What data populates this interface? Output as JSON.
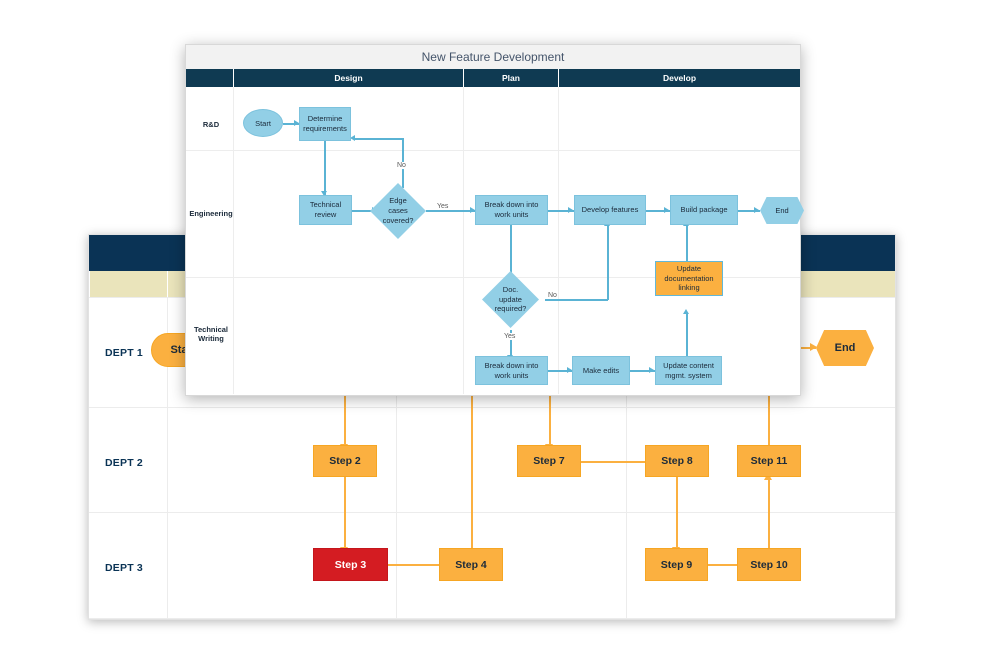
{
  "background_diagram": {
    "name": "department-swimlane-diagram",
    "header_color": "#0a3355",
    "subheader_color": "#eae4bb",
    "accent_color": "#fbb040",
    "alert_color": "#d41c22",
    "lanes": [
      {
        "label": "DEPT 1"
      },
      {
        "label": "DEPT 2"
      },
      {
        "label": "DEPT 3"
      }
    ],
    "nodes": [
      {
        "id": "start",
        "label": "Start",
        "shape": "rounded",
        "lane": 0
      },
      {
        "id": "end",
        "label": "End",
        "shape": "hexagon",
        "lane": 0
      },
      {
        "id": "s2",
        "label": "Step 2",
        "shape": "rect",
        "lane": 1,
        "state": "normal"
      },
      {
        "id": "s7",
        "label": "Step 7",
        "shape": "rect",
        "lane": 1,
        "state": "normal"
      },
      {
        "id": "s8",
        "label": "Step 8",
        "shape": "rect",
        "lane": 1,
        "state": "normal"
      },
      {
        "id": "s11",
        "label": "Step 11",
        "shape": "rect",
        "lane": 1,
        "state": "normal"
      },
      {
        "id": "s3",
        "label": "Step 3",
        "shape": "rect",
        "lane": 2,
        "state": "alert"
      },
      {
        "id": "s4",
        "label": "Step 4",
        "shape": "rect",
        "lane": 2,
        "state": "normal"
      },
      {
        "id": "s9",
        "label": "Step 9",
        "shape": "rect",
        "lane": 2,
        "state": "normal"
      },
      {
        "id": "s10",
        "label": "Step 10",
        "shape": "rect",
        "lane": 2,
        "state": "normal"
      }
    ]
  },
  "foreground_panel": {
    "name": "new-feature-development-panel",
    "title": "New Feature Development",
    "header_color": "#0f3a52",
    "shape_color": "#92cfe6",
    "highlight_color": "#fbb040",
    "columns": [
      {
        "label": ""
      },
      {
        "label": "Design"
      },
      {
        "label": "Plan"
      },
      {
        "label": "Develop"
      }
    ],
    "rows": [
      {
        "label": "R&D"
      },
      {
        "label": "Engineering"
      },
      {
        "label": "Technical Writing"
      }
    ],
    "nodes": [
      {
        "id": "f-start",
        "label": "Start",
        "shape": "ellipse",
        "row": "R&D",
        "column": "Design"
      },
      {
        "id": "f-determ",
        "label": "Determine requirements",
        "shape": "rect",
        "row": "R&D",
        "column": "Design"
      },
      {
        "id": "f-techrev",
        "label": "Technical review",
        "shape": "rect",
        "row": "Engineering",
        "column": "Design"
      },
      {
        "id": "f-edge",
        "label": "Edge cases covered?",
        "shape": "diamond",
        "row": "Engineering",
        "column": "Design"
      },
      {
        "id": "f-break1",
        "label": "Break down into work units",
        "shape": "rect",
        "row": "Engineering",
        "column": "Plan"
      },
      {
        "id": "f-dev",
        "label": "Develop features",
        "shape": "rect",
        "row": "Engineering",
        "column": "Develop"
      },
      {
        "id": "f-build",
        "label": "Build package",
        "shape": "rect",
        "row": "Engineering",
        "column": "Develop"
      },
      {
        "id": "f-end",
        "label": "End",
        "shape": "hexagon",
        "row": "Engineering",
        "column": "Develop"
      },
      {
        "id": "f-updoc",
        "label": "Update documentation linking",
        "shape": "rect",
        "row": "Engineering",
        "column": "Develop",
        "highlight": true
      },
      {
        "id": "f-docreq",
        "label": "Doc. update required?",
        "shape": "diamond",
        "row": "Technical Writing",
        "column": "Plan"
      },
      {
        "id": "f-break2",
        "label": "Break down into work units",
        "shape": "rect",
        "row": "Technical Writing",
        "column": "Plan"
      },
      {
        "id": "f-edits",
        "label": "Make edits",
        "shape": "rect",
        "row": "Technical Writing",
        "column": "Develop"
      },
      {
        "id": "f-cms",
        "label": "Update content mgmt. system",
        "shape": "rect",
        "row": "Technical Writing",
        "column": "Develop"
      }
    ],
    "edge_labels": {
      "edge_no": "No",
      "edge_yes": "Yes",
      "doc_no": "No",
      "doc_yes": "Yes"
    }
  }
}
